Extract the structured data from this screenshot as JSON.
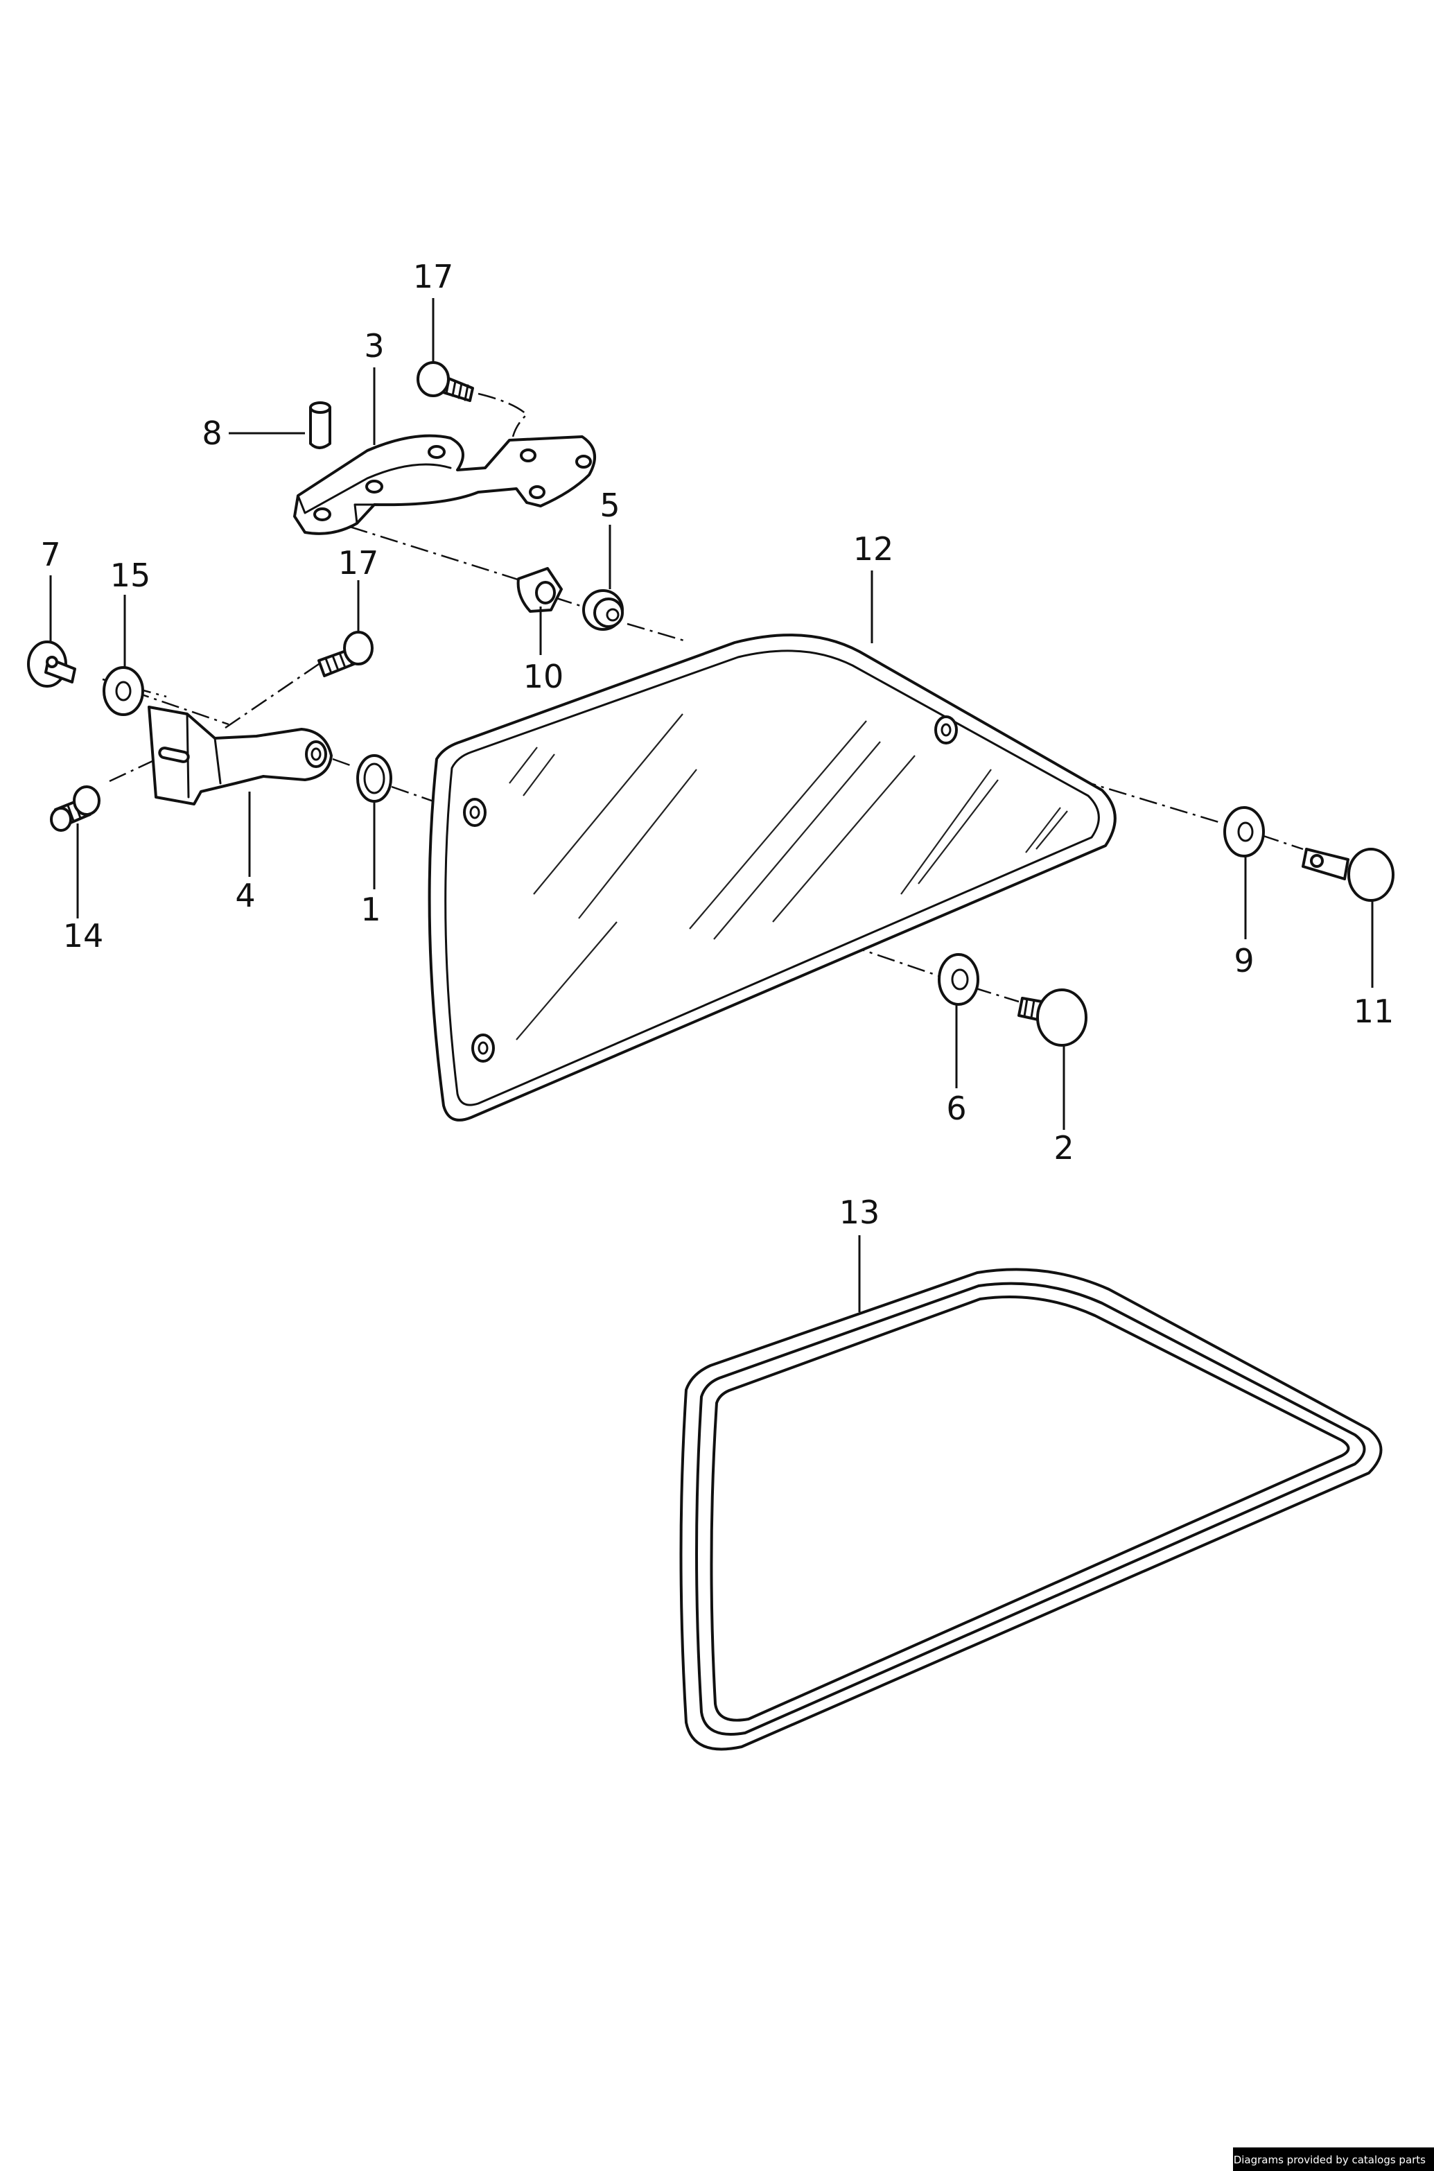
{
  "callouts": {
    "c1": "1",
    "c2": "2",
    "c3": "3",
    "c4": "4",
    "c5": "5",
    "c6": "6",
    "c7": "7",
    "c8": "8",
    "c9": "9",
    "c10": "10",
    "c11": "11",
    "c12": "12",
    "c13": "13",
    "c14": "14",
    "c15": "15",
    "c17a": "17",
    "c17b": "17"
  },
  "footer": {
    "credit": "Diagrams provided by catalogs parts"
  },
  "colors": {
    "line": "#111111",
    "background": "#ffffff",
    "credit_bg": "#000000",
    "credit_text": "#ffffff"
  }
}
